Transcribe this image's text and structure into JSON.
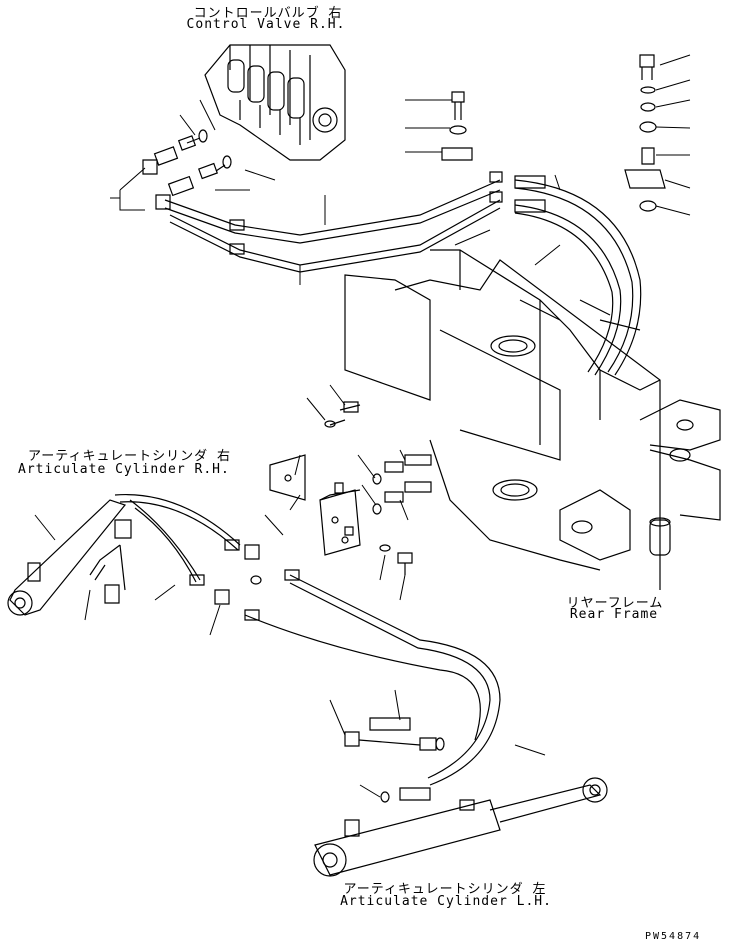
{
  "labels": {
    "control_valve_jp": "コントロールバルブ 右",
    "control_valve_en": "Control Valve R.H.",
    "cyl_rh_jp": "アーティキュレートシリンダ 右",
    "cyl_rh_en": "Articulate Cylinder R.H.",
    "cyl_lh_jp": "アーティキュレートシリンダ 左",
    "cyl_lh_en": "Articulate Cylinder L.H.",
    "rear_frame_jp": "リヤーフレーム",
    "rear_frame_en": "Rear Frame"
  },
  "drawing_code": "PW54874"
}
